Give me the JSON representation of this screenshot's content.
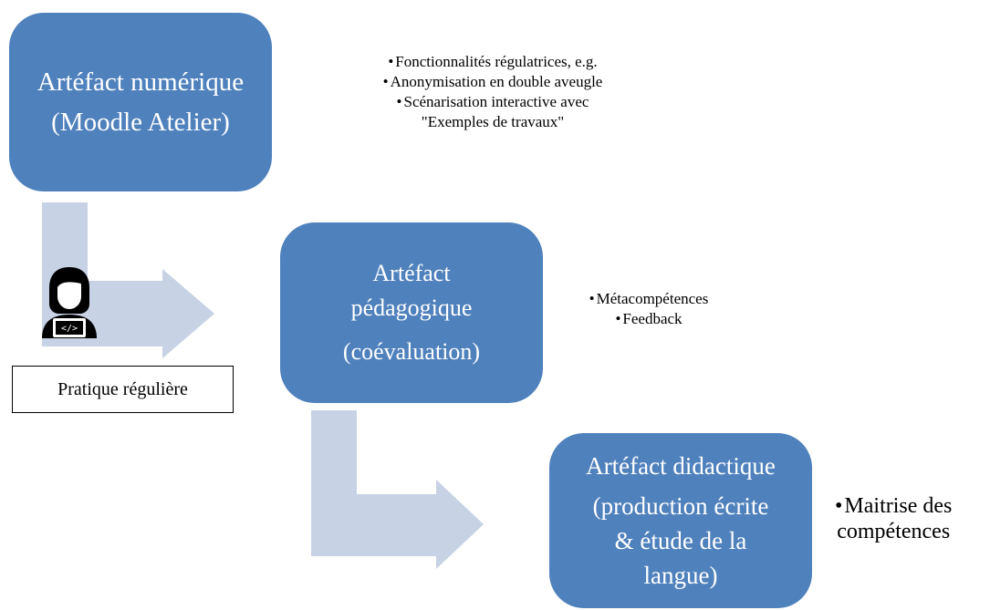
{
  "box_digital": {
    "line1": "Artéfact numérique",
    "line2": "(Moodle Atelier)"
  },
  "notes_digital": {
    "item1": "Fonctionnalités régulatrices, e.g.",
    "item2": "Anonymisation en double aveugle",
    "item3_line1": "Scénarisation interactive avec",
    "item3_line2": "\"Exemples de travaux\""
  },
  "box_pedagogic": {
    "line1": "Artéfact",
    "line2": "pédagogique",
    "line3": "(coévaluation)"
  },
  "notes_pedagogic": {
    "item1": "Métacompétences",
    "item2": "Feedback"
  },
  "box_didactic": {
    "line1": "Artéfact didactique",
    "line2": "(production écrite",
    "line3": "& étude de la",
    "line4": "langue)"
  },
  "notes_didactic": {
    "line1": "Maitrise des",
    "line2": "compétences"
  },
  "practice_label": "Pratique régulière",
  "icons": {
    "person": "person-with-laptop-code-icon"
  },
  "colors": {
    "box": "#4f81bd",
    "arrow": "#c7d2e4"
  }
}
